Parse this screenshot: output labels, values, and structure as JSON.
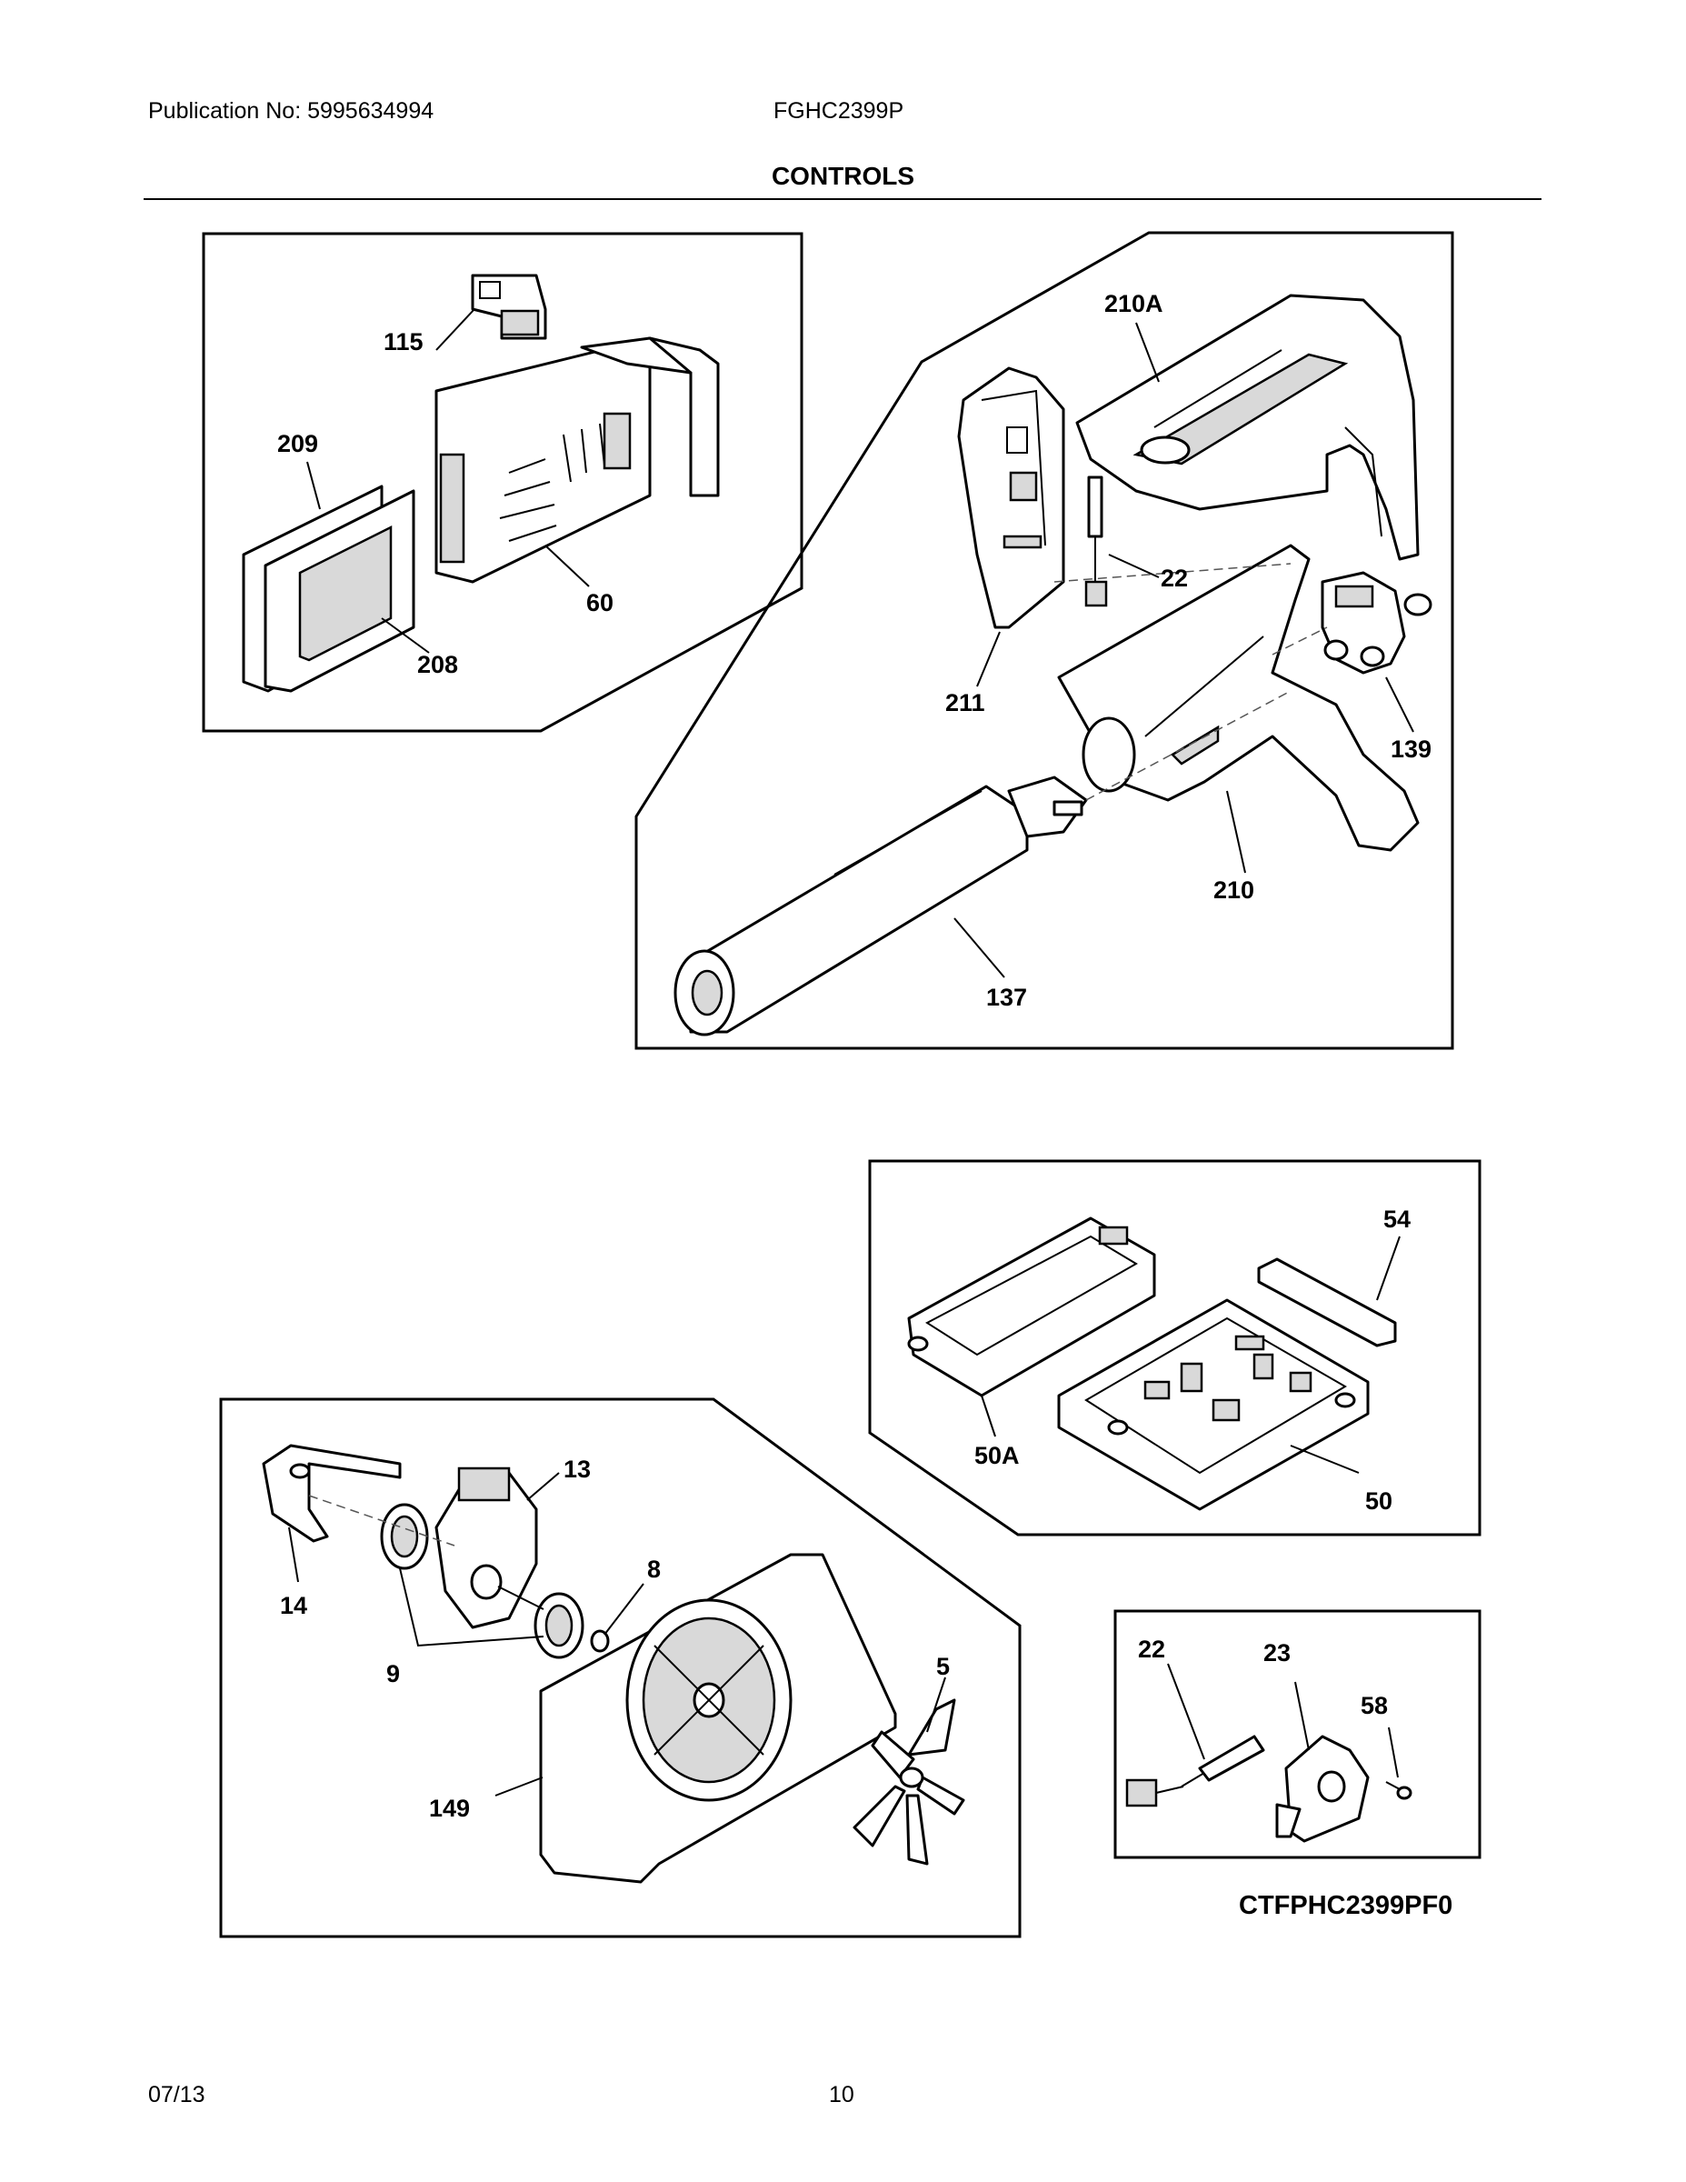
{
  "header": {
    "publication": "Publication No: 5995634994",
    "model": "FGHC2399P",
    "title": "CONTROLS"
  },
  "footer": {
    "date": "07/13",
    "page": "10"
  },
  "callouts": {
    "c115": "115",
    "c209": "209",
    "c60": "60",
    "c208": "208",
    "c210A": "210A",
    "c22a": "22",
    "c211": "211",
    "c139": "139",
    "c210": "210",
    "c137": "137",
    "c54": "54",
    "c50A": "50A",
    "c50": "50",
    "c13": "13",
    "c14": "14",
    "c8": "8",
    "c9": "9",
    "c5": "5",
    "c149": "149",
    "c22b": "22",
    "c23": "23",
    "c58": "58"
  },
  "diagram_code": "CTFPHC2399PF0"
}
